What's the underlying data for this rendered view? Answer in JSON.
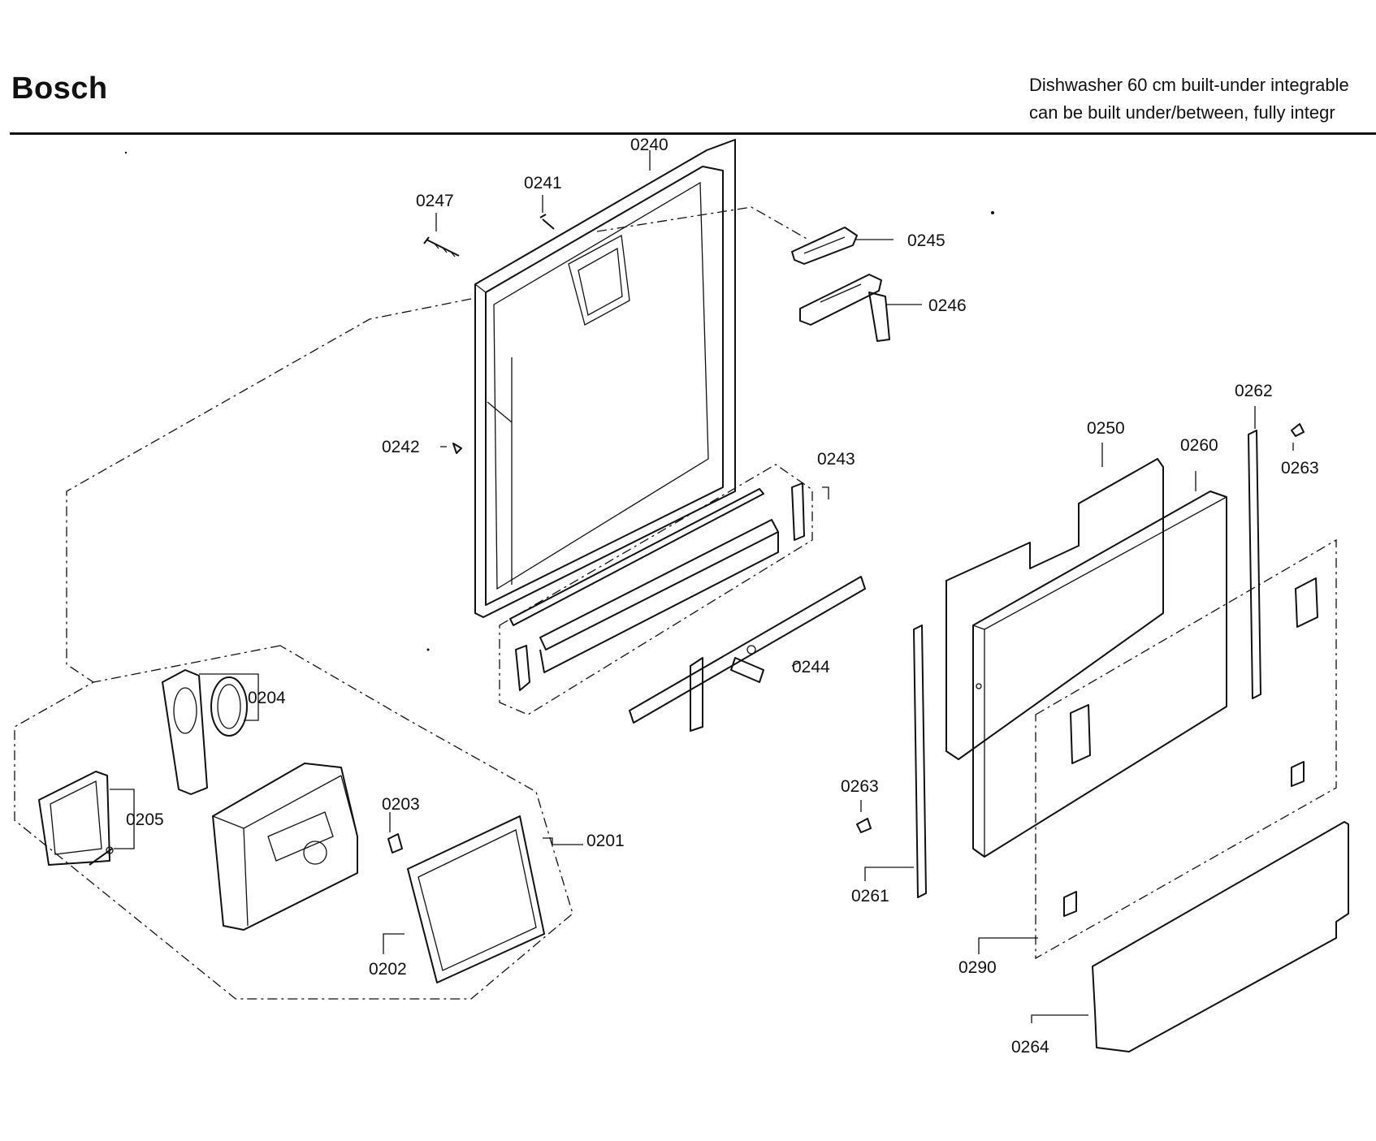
{
  "header": {
    "brand": "Bosch",
    "description_line1": "Dishwasher 60 cm built-under integrable",
    "description_line2": "can be built under/between, fully integr"
  },
  "parts": {
    "p0240": "0240",
    "p0241": "0241",
    "p0242": "0242",
    "p0243": "0243",
    "p0244": "0244",
    "p0245": "0245",
    "p0246": "0246",
    "p0247": "0247",
    "p0201": "0201",
    "p0202": "0202",
    "p0203": "0203",
    "p0204": "0204",
    "p0205": "0205",
    "p0250": "0250",
    "p0260": "0260",
    "p0261": "0261",
    "p0262": "0262",
    "p0263a": "0263",
    "p0263b": "0263",
    "p0264": "0264",
    "p0290": "0290"
  }
}
